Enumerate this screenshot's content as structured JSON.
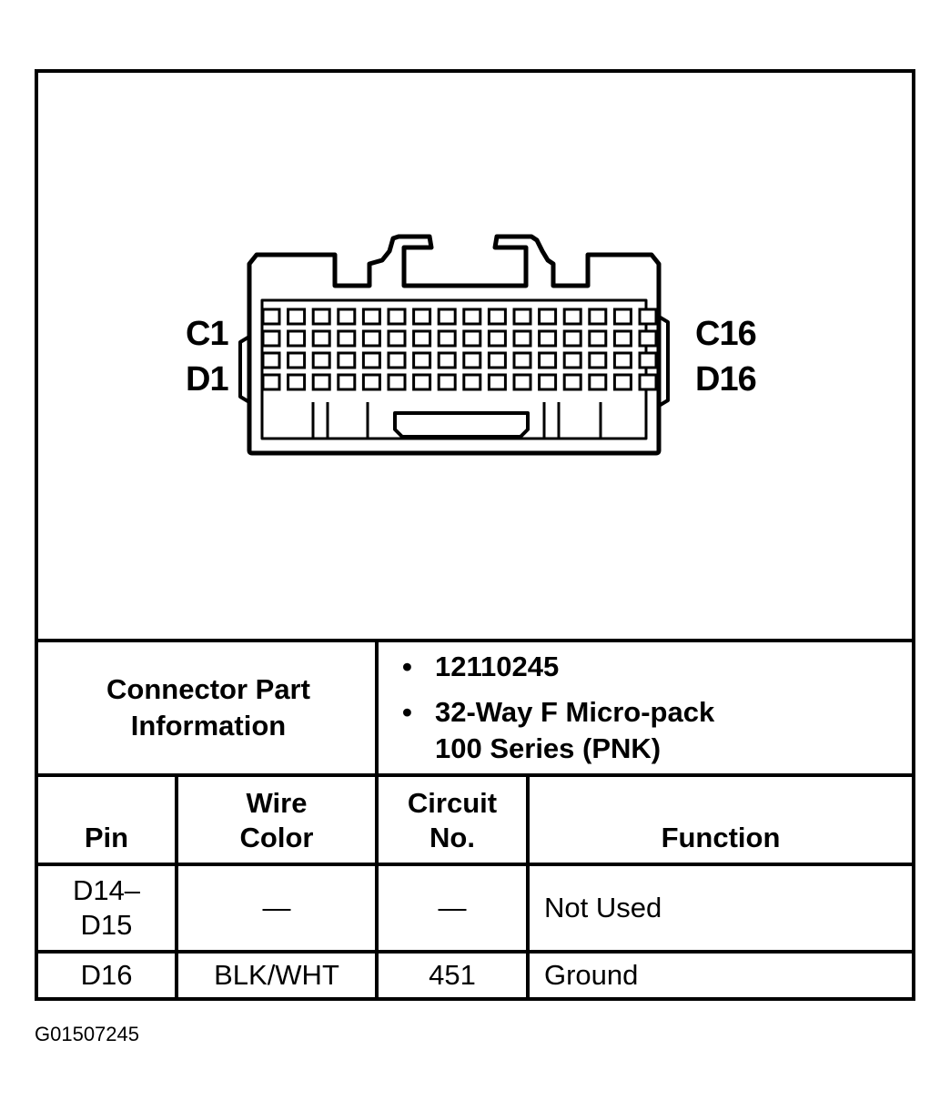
{
  "diagram": {
    "pin_labels": {
      "top_left": "C1",
      "bottom_left": "D1",
      "top_right": "C16",
      "bottom_right": "D16"
    }
  },
  "connector_info": {
    "label": "Connector Part Information",
    "label_line1": "Connector Part",
    "label_line2": "Information",
    "items": [
      "12110245",
      "32-Way F Micro-pack 100 Series (PNK)"
    ],
    "item2_line1": "32-Way F Micro-pack",
    "item2_line2": "100 Series (PNK)",
    "bullet": "•"
  },
  "table": {
    "headers": {
      "pin": "Pin",
      "wire_color_line1": "Wire",
      "wire_color_line2": "Color",
      "circuit_line1": "Circuit",
      "circuit_line2": "No.",
      "function": "Function"
    },
    "rows": [
      {
        "pin_line1": "D14–",
        "pin_line2": "D15",
        "wire_color": "—",
        "circuit": "—",
        "function": "Not Used"
      },
      {
        "pin": "D16",
        "wire_color": "BLK/WHT",
        "circuit": "451",
        "function": "Ground"
      }
    ]
  },
  "figure_id": "G01507245"
}
